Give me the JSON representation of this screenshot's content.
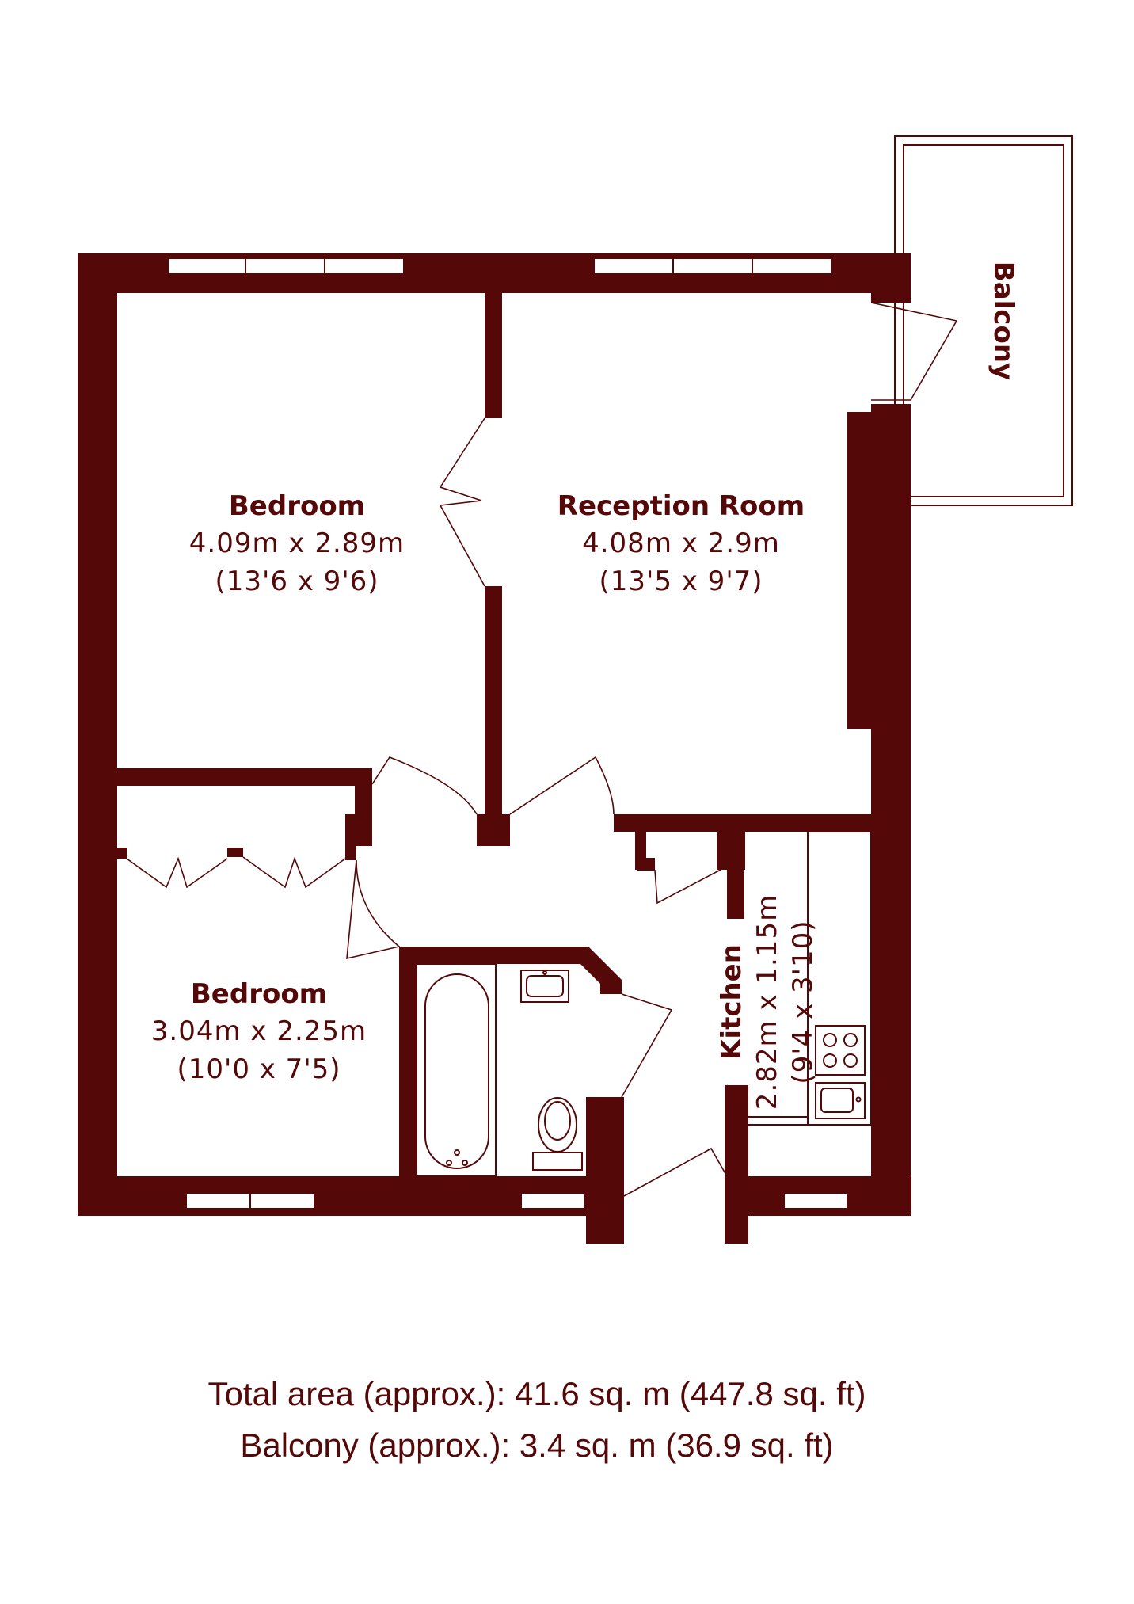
{
  "rooms": {
    "bedroom1": {
      "name": "Bedroom",
      "metric": "4.09m x 2.89m",
      "imperial": "(13'6 x 9'6)"
    },
    "reception": {
      "name": "Reception Room",
      "metric": "4.08m x 2.9m",
      "imperial": "(13'5 x 9'7)"
    },
    "bedroom2": {
      "name": "Bedroom",
      "metric": "3.04m x 2.25m",
      "imperial": "(10'0 x 7'5)"
    },
    "kitchen": {
      "name": "Kitchen",
      "metric": "2.82m x 1.15m",
      "imperial": "(9'4 x 3'10)"
    },
    "balcony": {
      "name": "Balcony"
    }
  },
  "summary": {
    "total_area": "Total area (approx.): 41.6 sq. m (447.8 sq. ft)",
    "balcony_area": "Balcony (approx.): 3.4 sq. m (36.9 sq. ft)"
  },
  "colors": {
    "wall": "#540808",
    "background": "#ffffff"
  }
}
